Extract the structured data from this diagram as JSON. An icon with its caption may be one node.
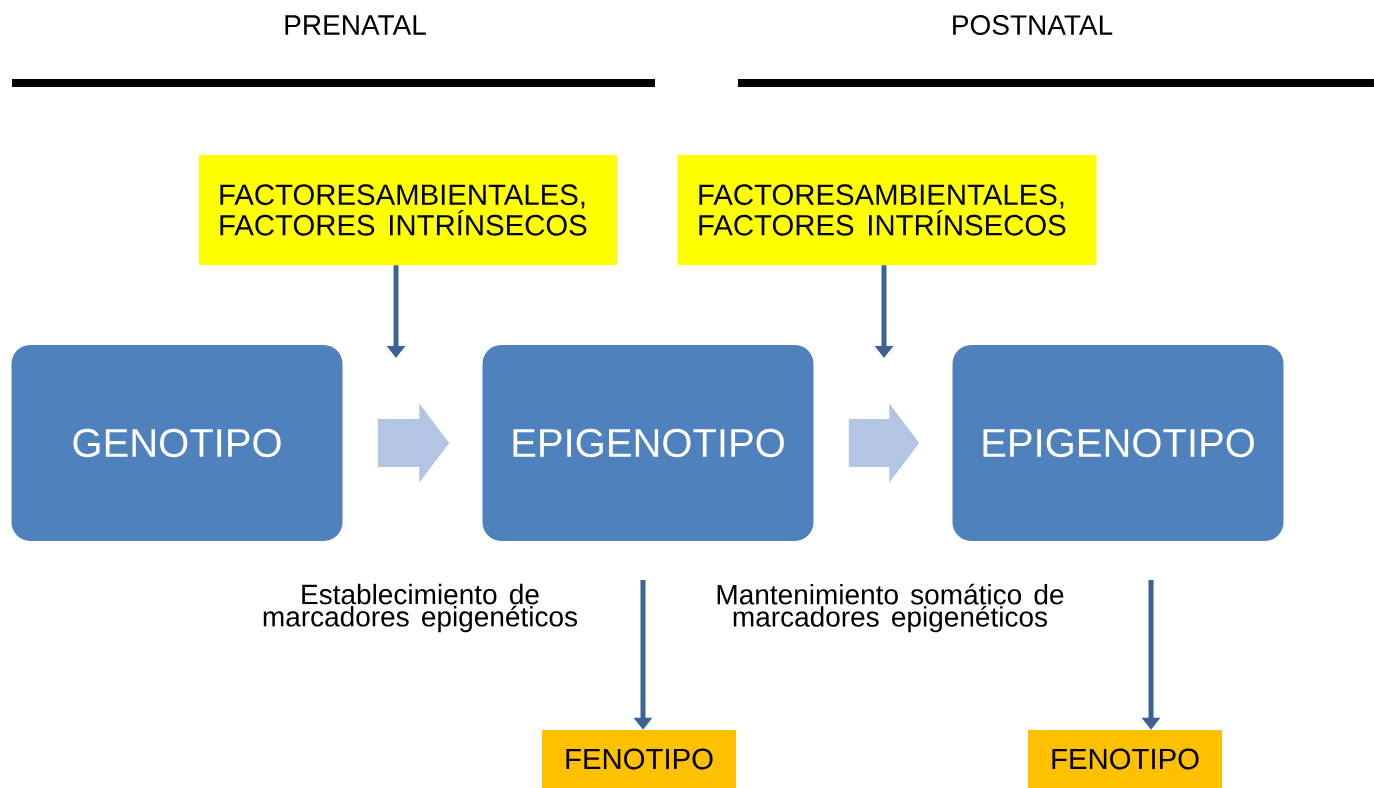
{
  "diagram": {
    "nodes": [
      {
        "text": [
          "FACTORESAMBIENTALES, FACTORES INTRÍNSECOS"
        ]
      },
      {
        "text": [
          "FACTORESAMBIENTALES, FACTORES INTRÍNSECOS"
        ]
      },
      {
        "text": [
          "GENOTIPO"
        ]
      },
      {
        "text": [
          "EPIGENOTIPO"
        ]
      },
      {
        "text": [
          "EPIGENOTIPO"
        ]
      },
      {
        "text": [
          "FENOTIPO"
        ]
      },
      {
        "text": [
          "FENOTIPO"
        ]
      }
    ],
    "edges": [
      {
        "from": 0,
        "to": null,
        "arrow": "to"
      },
      {
        "from": 1,
        "to": null,
        "arrow": "to"
      },
      {
        "from": 2,
        "to": 3,
        "arrow": "to",
        "style": "thick",
        "color": "#b4c5e4"
      },
      {
        "from": 3,
        "to": 4,
        "arrow": "to",
        "style": "thick",
        "color": "#b4c5e4"
      },
      {
        "from": null,
        "to": 5,
        "arrow": "to"
      },
      {
        "from": null,
        "to": 6,
        "arrow": "to"
      }
    ],
    "labels": [
      "PRENATAL",
      "POSTNATAL",
      "Establecimiento de marcadores epigenéticos",
      "Mantenimiento somático de marcadores epigenéticos"
    ]
  }
}
